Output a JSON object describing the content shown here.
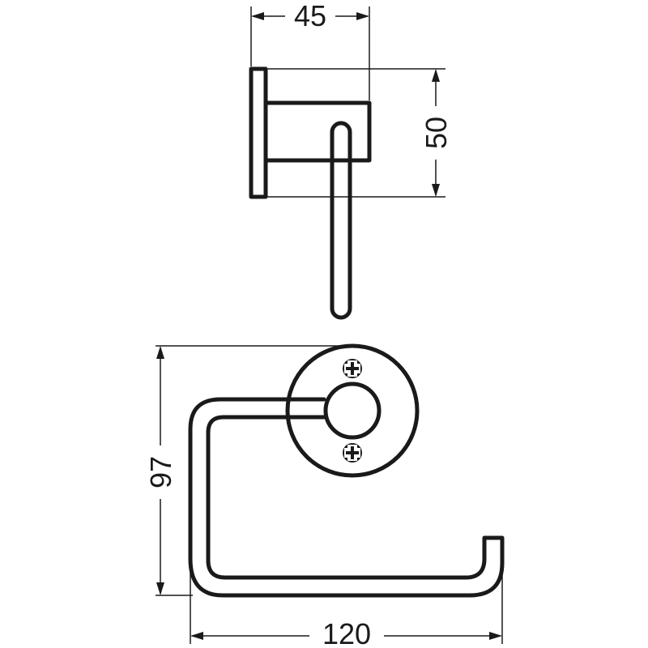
{
  "colors": {
    "line": "#1a1a1a",
    "background": "#ffffff"
  },
  "dimensions": {
    "depth": "45",
    "height_side": "50",
    "height_front": "97",
    "width_front": "120"
  }
}
